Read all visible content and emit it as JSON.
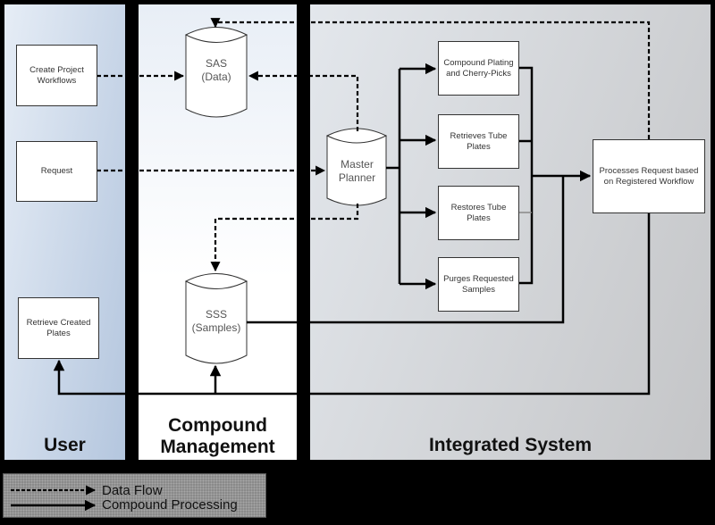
{
  "diagram": {
    "lanes": [
      {
        "id": "user",
        "label": "User"
      },
      {
        "id": "compound-management",
        "label": "Compound Management"
      },
      {
        "id": "integrated-system",
        "label": "Integrated System"
      }
    ],
    "user": {
      "create_workflows": "Create Project Workflows",
      "request": "Request",
      "retrieve_plates": "Retrieve Created Plates"
    },
    "compound_management": {
      "sas_line1": "SAS",
      "sas_line2": "(Data)",
      "sss_line1": "SSS",
      "sss_line2": "(Samples)"
    },
    "integrated_system": {
      "master_line1": "Master",
      "master_line2": "Planner",
      "processes": [
        "Compound Plating and Cherry-Picks",
        "Retrieves Tube Plates",
        "Restores Tube Plates",
        "Purges Requested Samples"
      ],
      "processes_request": "Processes Request based on Registered Workflow"
    },
    "legend": {
      "data_flow": "Data Flow",
      "compound_processing": "Compound Processing"
    },
    "colors": {
      "user_lane": "#b4c6de",
      "cm_lane": "#ffffff",
      "is_lane": "#c4c5c7",
      "frame": "#000000"
    }
  }
}
